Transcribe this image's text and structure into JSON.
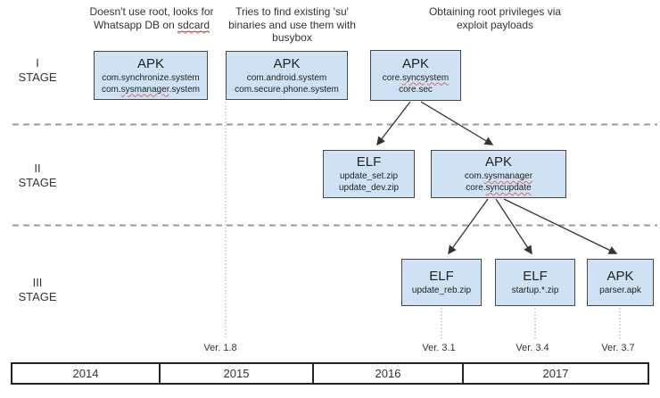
{
  "annotations": [
    {
      "line1": "Doesn't use root, looks for",
      "line2_prefix": "Whatsapp DB on ",
      "line2_mark": "sdcard"
    },
    {
      "line1": "Tries to find existing 'su'",
      "line2": "binaries and use them with",
      "line3": "busybox"
    },
    {
      "line1": "Obtaining root privileges via",
      "line2": "exploit payloads"
    }
  ],
  "stages": [
    {
      "numeral": "I",
      "word": "STAGE"
    },
    {
      "numeral": "II",
      "word": "STAGE"
    },
    {
      "numeral": "III",
      "word": "STAGE"
    }
  ],
  "boxes": {
    "s1b1": {
      "title": "APK",
      "line1": "com.synchronize.system",
      "line2_prefix": "com.",
      "line2_mark": "sysmanager",
      "line2_suffix": ".system"
    },
    "s1b2": {
      "title": "APK",
      "line1": "com.android.system",
      "line2": "com.secure.phone.system"
    },
    "s1b3": {
      "title": "APK",
      "line1_prefix": "core.",
      "line1_mark": "syncsystem",
      "line2": "core.sec"
    },
    "s2b1": {
      "title": "ELF",
      "line1": "update_set.zip",
      "line2": "update_dev.zip"
    },
    "s2b2": {
      "title": "APK",
      "line1_prefix": "com.",
      "line1_mark": "sysmanager",
      "line2_prefix": "core.",
      "line2_mark": "syncupdate"
    },
    "s3b1": {
      "title": "ELF",
      "line1": "update_reb.zip"
    },
    "s3b2": {
      "title": "ELF",
      "line1": "startup.*.zip"
    },
    "s3b3": {
      "title": "APK",
      "line1": "parser.apk"
    }
  },
  "versions": [
    "Ver. 1.8",
    "Ver. 3.1",
    "Ver. 3.4",
    "Ver. 3.7"
  ],
  "timeline_years": [
    "2014",
    "2015",
    "2016",
    "2017"
  ],
  "colors": {
    "box_fill": "#cfe2f3",
    "box_border": "#45494e",
    "squiggle": "#e06666",
    "dashed_separator": "#999999",
    "dotted_guide": "#b0b0b0",
    "arrow": "#333333",
    "timeline_border": "#222222",
    "text": "#333333"
  }
}
